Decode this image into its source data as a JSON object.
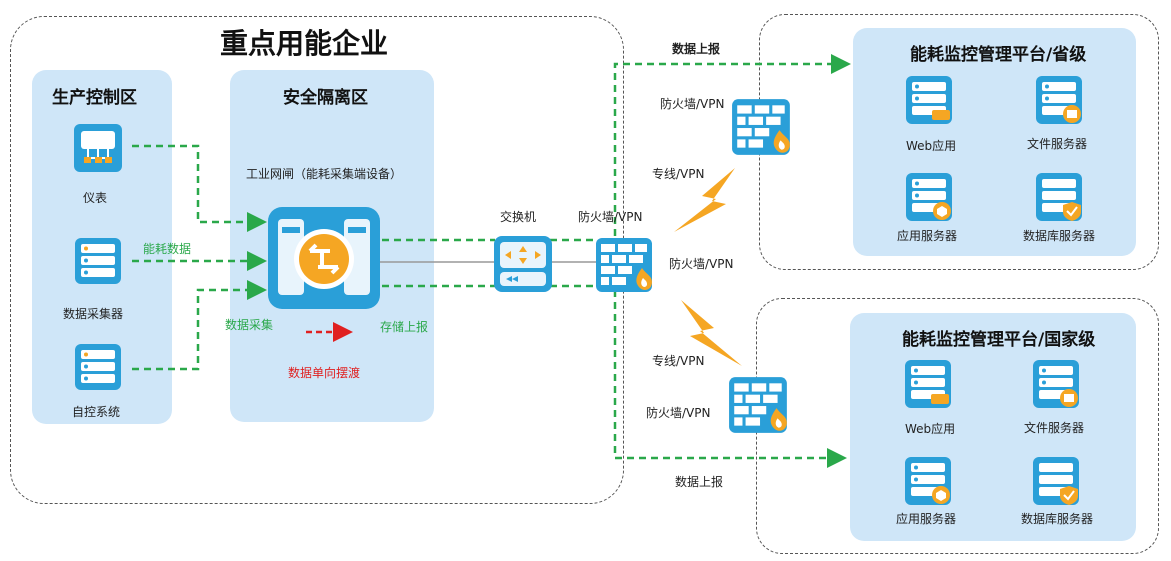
{
  "enterprise": {
    "title": "重点用能企业",
    "production_zone": {
      "title": "生产控制区",
      "devices": [
        "仪表",
        "数据采集器",
        "自控系统"
      ]
    },
    "security_zone": {
      "title": "安全隔离区",
      "gateway_label": "工业网闸（能耗采集端设备）",
      "one_way_label": "数据单向摆渡"
    },
    "flow_labels": {
      "energy_data": "能耗数据",
      "data_collect": "数据采集",
      "store_report": "存储上报"
    }
  },
  "network": {
    "switch_label": "交换机",
    "firewall_main_label": "防火墙/VPN",
    "firewall_top_label": "防火墙/VPN",
    "firewall_bottom_label": "防火墙/VPN",
    "firewall_mid_label": "防火墙/VPN",
    "dedicated_top": "专线/VPN",
    "dedicated_bottom": "专线/VPN",
    "report_top": "数据上报",
    "report_bottom": "数据上报"
  },
  "platforms": [
    {
      "title": "能耗监控管理平台/省级",
      "servers": [
        "Web应用",
        "文件服务器",
        "应用服务器",
        "数据库服务器"
      ]
    },
    {
      "title": "能耗监控管理平台/国家级",
      "servers": [
        "Web应用",
        "文件服务器",
        "应用服务器",
        "数据库服务器"
      ]
    }
  ],
  "colors": {
    "zone_fill": "#cfe6f8",
    "icon_blue": "#2a9fd8",
    "flow_green": "#2aa84a",
    "warning_orange": "#f5a623",
    "one_way_red": "#e02020"
  }
}
